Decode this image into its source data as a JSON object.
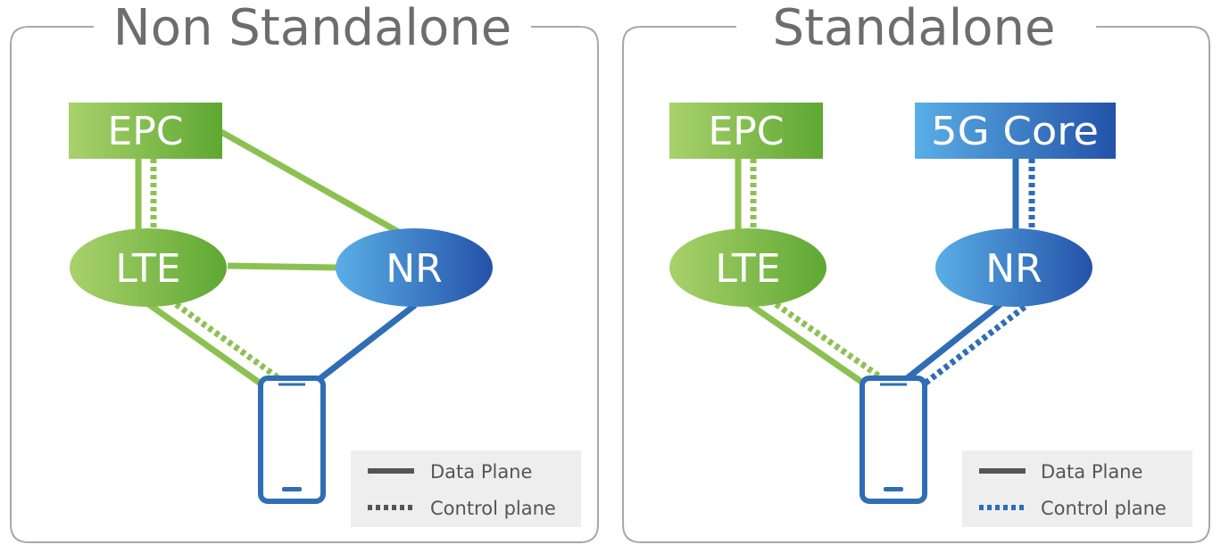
{
  "colors": {
    "green": "#8cc152",
    "green_dark": "#5ea832",
    "blue": "#2f6db5",
    "blue_light": "#5aaee6",
    "frame": "#a8a8a8",
    "title": "#6d6d6d",
    "legend_bg": "#eeeeee"
  },
  "panels": [
    {
      "title": "Non Standalone",
      "nodes": {
        "epc": "EPC",
        "lte": "LTE",
        "nr": "NR"
      },
      "device_icon": "smartphone-icon",
      "legend": {
        "data_plane": "Data Plane",
        "control_plane": "Control plane"
      }
    },
    {
      "title": "Standalone",
      "nodes": {
        "epc": "EPC",
        "core": "5G Core",
        "lte": "LTE",
        "nr": "NR"
      },
      "device_icon": "smartphone-icon",
      "legend": {
        "data_plane": "Data Plane",
        "control_plane": "Control plane"
      }
    }
  ]
}
